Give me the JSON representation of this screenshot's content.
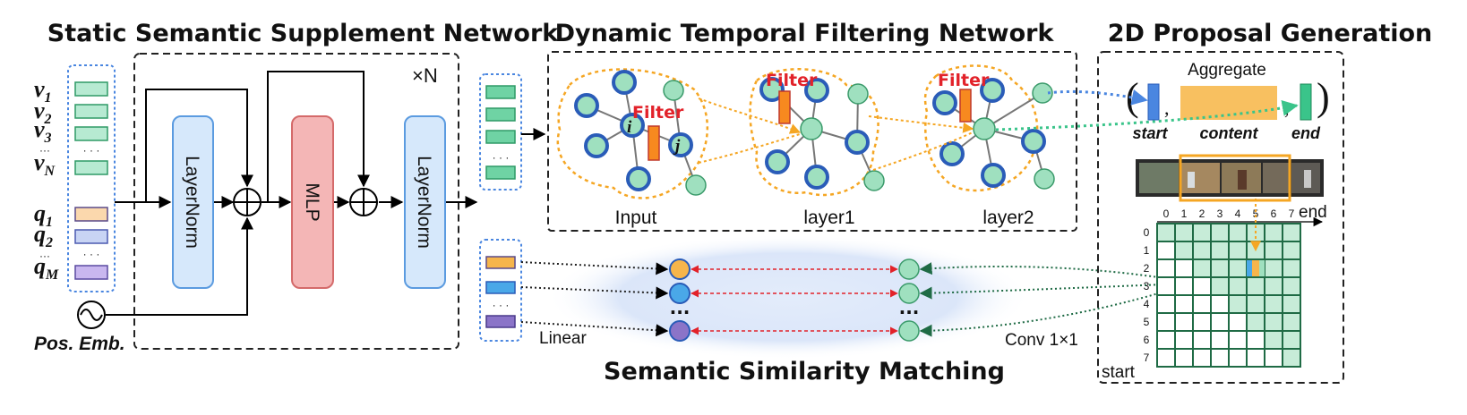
{
  "titles": {
    "sssn": "Static Semantic Supplement Network",
    "dtfn": "Dynamic Temporal Filtering Network",
    "proposal": "2D Proposal Generation",
    "ssm": "Semantic Similarity Matching"
  },
  "inputs": {
    "v1": "v",
    "v1_sub": "1",
    "v2": "v",
    "v2_sub": "2",
    "v3": "v",
    "v3_sub": "3",
    "vn": "v",
    "vn_sub": "N",
    "q1": "q",
    "q1_sub": "1",
    "q2": "q",
    "q2_sub": "2",
    "qm": "q",
    "qm_sub": "M",
    "dots": "· · ·",
    "vdots": "···"
  },
  "sssn": {
    "repeat": "×N",
    "layernorm": "LayerNorm",
    "mlp": "MLP",
    "pos_emb": "Pos. Emb.",
    "plus": "+"
  },
  "dtfn": {
    "filter": "Filter",
    "node_i": "i",
    "node_j": "j",
    "input": "Input",
    "layer1": "layer1",
    "layer2": "layer2"
  },
  "proposal": {
    "aggregate": "Aggregate",
    "paren_open": "(",
    "paren_close": ")",
    "comma": ",",
    "start": "start",
    "content": "content",
    "end": "end",
    "axis_end": "end",
    "axis_start": "start",
    "x_ticks": [
      "0",
      "1",
      "2",
      "3",
      "4",
      "5",
      "6",
      "7"
    ],
    "y_ticks": [
      "0",
      "1",
      "2",
      "3",
      "4",
      "5",
      "6",
      "7"
    ]
  },
  "ssm": {
    "linear": "Linear",
    "conv": "Conv 1×1",
    "ellipsis": "···"
  },
  "colors": {
    "green_fill": "#9fe0bf",
    "blue_border": "#2a5cb8",
    "orange": "#f5a623",
    "filter_orange": "#f7891f",
    "red_text": "#e2222a",
    "layernorm_fill": "#d6e8fb",
    "mlp_fill": "#f4b6b6",
    "grid_green": "#c7ecd8",
    "grid_line": "#1f6b45",
    "q_orange": "#f6b54b",
    "q_blue": "#4aa8e8",
    "q_purple": "#8b74c8"
  }
}
